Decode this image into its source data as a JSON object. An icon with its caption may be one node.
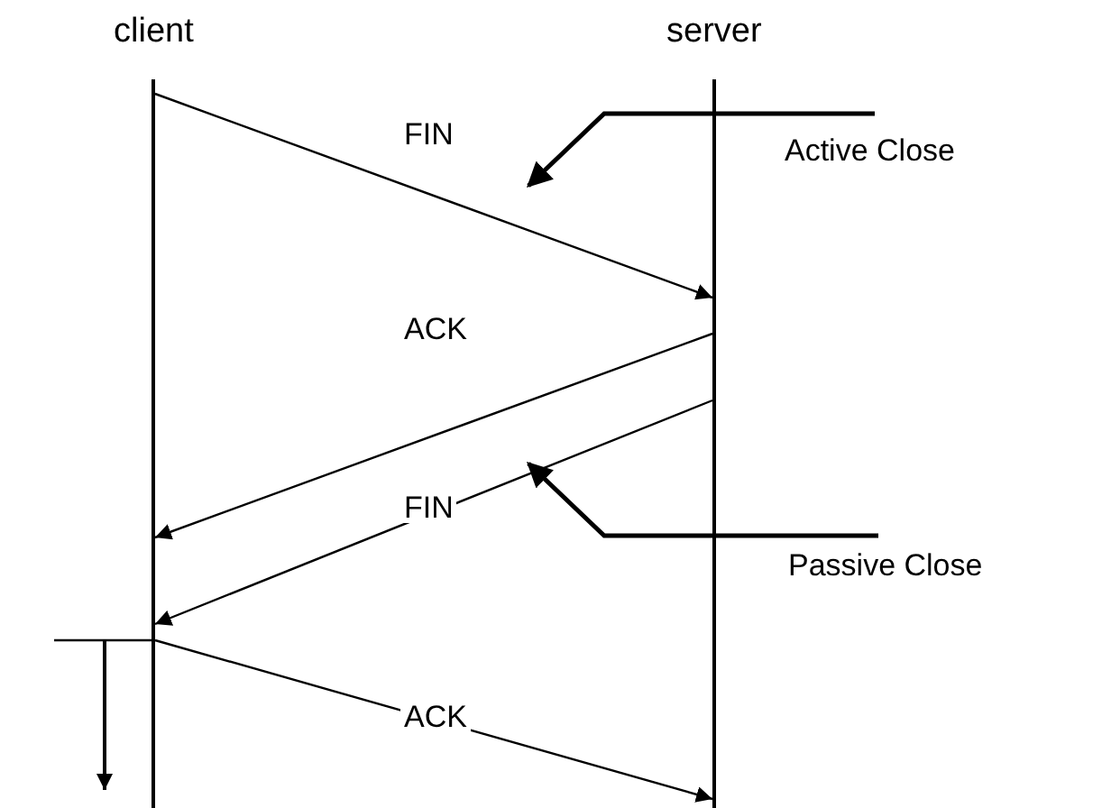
{
  "diagram": {
    "nodes": [
      {
        "text": [
          "client"
        ]
      },
      {
        "text": [
          "server"
        ]
      },
      {
        "text": [
          "Active Close"
        ]
      },
      {
        "text": [
          "Passive Close"
        ]
      }
    ],
    "edges": [
      {
        "from": 0,
        "to": 1,
        "arrow": "to",
        "label": "FIN"
      },
      {
        "from": 1,
        "to": 0,
        "arrow": "to",
        "label": "ACK"
      },
      {
        "from": 1,
        "to": 0,
        "arrow": "to",
        "label": "FIN"
      },
      {
        "from": 0,
        "to": 1,
        "arrow": "to",
        "label": "ACK"
      },
      {
        "from": 2,
        "to": null,
        "arrow": "to"
      },
      {
        "from": 3,
        "to": null,
        "arrow": "to"
      }
    ]
  }
}
